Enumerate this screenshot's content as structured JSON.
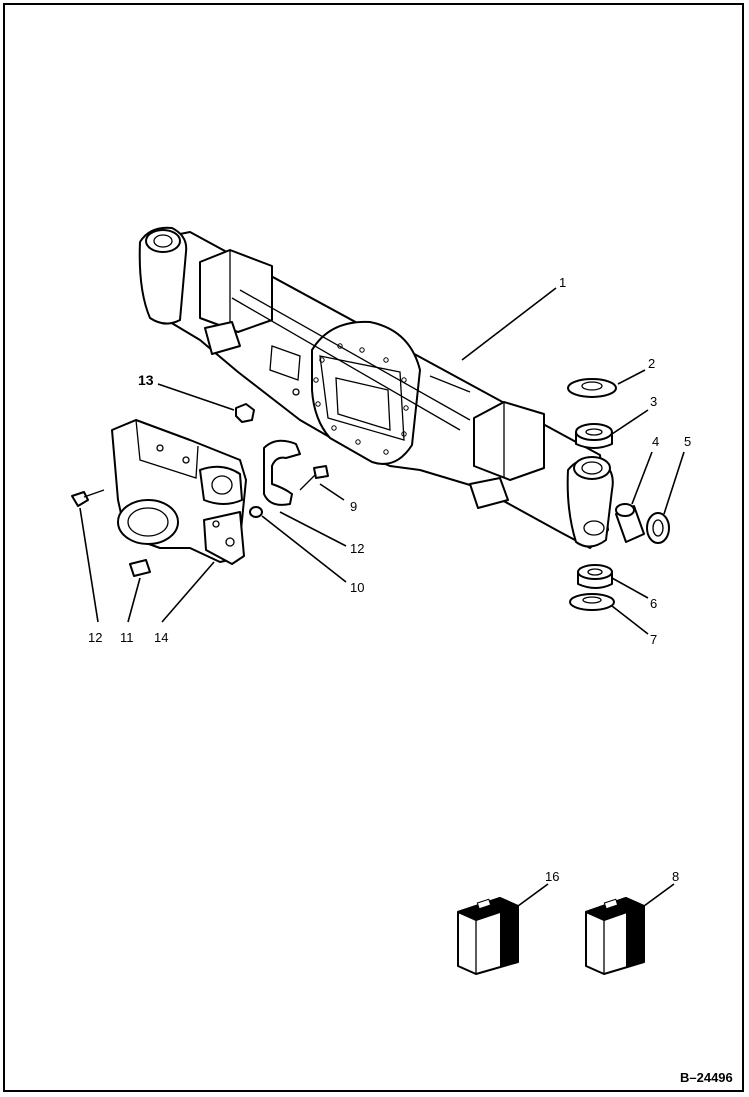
{
  "callouts": {
    "c1": "1",
    "c2": "2",
    "c3": "3",
    "c4": "4",
    "c5": "5",
    "c6": "6",
    "c7": "7",
    "c8": "8",
    "c9": "9",
    "c10": "10",
    "c11": "11",
    "c12": "12",
    "c12b": "12",
    "c13": "13",
    "c14": "14",
    "c16": "16"
  },
  "figure_ref": "B–24496",
  "colors": {
    "line": "#000000",
    "background": "#ffffff"
  }
}
